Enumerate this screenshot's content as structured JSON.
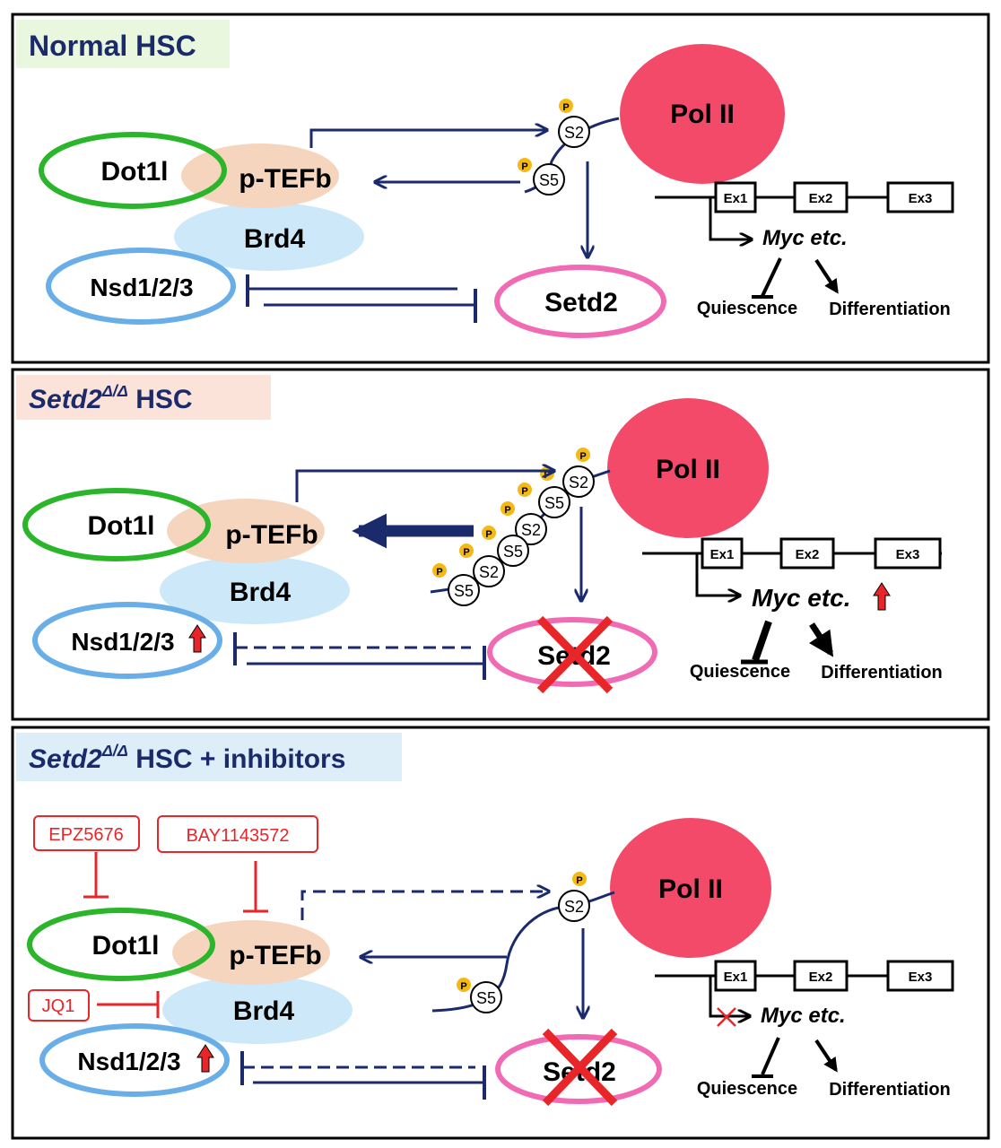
{
  "colors": {
    "navy": "#1b2a6b",
    "pol2": "#f34a6a",
    "ptefb": "#f6d5bf",
    "brd4": "#cde8f8",
    "dot1l_ring": "#2bb52b",
    "nsd_ring": "#6aaee8",
    "setd2_ring": "#f06bb3",
    "inhibitor_red": "#e8262a",
    "phospho": "#f5b915",
    "panel1_header_bg": "#eaf7df",
    "panel2_header_bg": "#fbe3d9",
    "panel3_header_bg": "#ddeef9"
  },
  "panels": [
    {
      "header": {
        "title": "Normal HSC",
        "italic_part": "",
        "superscript": "",
        "suffix": ""
      },
      "dot1l": "Dot1l",
      "ptefb": "p-TEFb",
      "brd4": "Brd4",
      "nsd": "Nsd1/2/3",
      "pol2": "Pol II",
      "setd2": "Setd2",
      "residues": [
        "S2",
        "S5"
      ],
      "phospho": "P",
      "exons": [
        "Ex1",
        "Ex2",
        "Ex3"
      ],
      "myc": "Myc etc.",
      "quiescence": "Quiescence",
      "differentiation": "Differentiation"
    },
    {
      "header": {
        "title": "",
        "italic_part": "Setd2",
        "superscript": "Δ/Δ",
        "suffix": " HSC"
      },
      "dot1l": "Dot1l",
      "ptefb": "p-TEFb",
      "brd4": "Brd4",
      "nsd": "Nsd1/2/3",
      "pol2": "Pol II",
      "setd2": "Setd2",
      "residues": [
        "S2",
        "S5",
        "S2",
        "S5",
        "S2",
        "S5"
      ],
      "phospho": "P",
      "exons": [
        "Ex1",
        "Ex2",
        "Ex3"
      ],
      "myc": "Myc etc.",
      "quiescence": "Quiescence",
      "differentiation": "Differentiation"
    },
    {
      "header": {
        "title": "",
        "italic_part": "Setd2",
        "superscript": "Δ/Δ",
        "suffix": " HSC + inhibitors"
      },
      "dot1l": "Dot1l",
      "ptefb": "p-TEFb",
      "brd4": "Brd4",
      "nsd": "Nsd1/2/3",
      "pol2": "Pol II",
      "setd2": "Setd2",
      "residues": [
        "S2",
        "S5"
      ],
      "phospho": "P",
      "exons": [
        "Ex1",
        "Ex2",
        "Ex3"
      ],
      "myc": "Myc etc.",
      "quiescence": "Quiescence",
      "differentiation": "Differentiation",
      "inhibitors": [
        "EPZ5676",
        "BAY1143572",
        "JQ1"
      ]
    }
  ]
}
